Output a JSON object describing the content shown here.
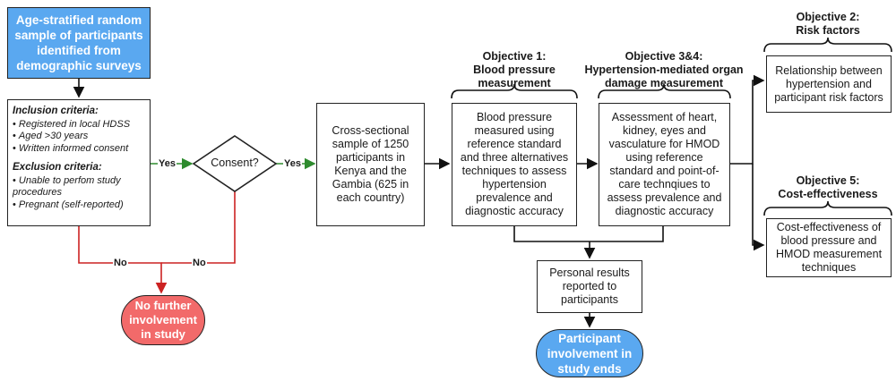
{
  "start_box": "Age-stratified random sample of participants identified from demographic surveys",
  "criteria": {
    "inclusion_title": "Inclusion criteria:",
    "inclusion_items": [
      "Registered in local HDSS",
      "Aged >30 years",
      "Written informed consent"
    ],
    "exclusion_title": "Exclusion criteria:",
    "exclusion_items": [
      "Unable to perfom study procedures",
      "Pregnant (self-reported)"
    ]
  },
  "decision": "Consent?",
  "edge_labels": {
    "yes_1": "Yes",
    "yes_2": "Yes",
    "no_1": "No",
    "no_2": "No"
  },
  "no_further": "No further involvement in study",
  "sample_box": "Cross-sectional sample of 1250 participants in Kenya and the Gambia (625 in each country)",
  "objective1": {
    "title": "Objective 1:\nBlood pressure measurement",
    "box": "Blood pressure measured using reference standard and three alternatives techniques to assess hypertension prevalence and diagnostic accuracy"
  },
  "objective34": {
    "title": "Objective 3&4:\nHypertension-mediated organ damage measurement",
    "box": "Assessment of heart, kidney, eyes and vasculature for HMOD using reference standard and point-of-care technqiues to assess prevalence and diagnostic accuracy"
  },
  "objective2": {
    "title": "Objective 2:\nRisk factors",
    "box": "Relationship between hypertension and participant risk factors"
  },
  "objective5": {
    "title": "Objective 5:\nCost-effectiveness",
    "box": "Cost-effectiveness of blood pressure and HMOD measurement techniques"
  },
  "results_box": "Personal results reported to participants",
  "end_box": "Participant involvement in study ends",
  "colors": {
    "blue": "#5aa8f0",
    "red": "#f26a6a",
    "green_line": "#2e8b2e",
    "red_line": "#cc2222"
  }
}
